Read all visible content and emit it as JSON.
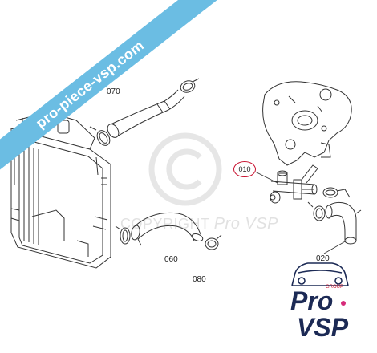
{
  "parts": {
    "p070": "070",
    "p060": "060",
    "p080": "080",
    "p010": "010",
    "p020": "020"
  },
  "watermark": {
    "url_banner": "pro-piece-vsp.com",
    "copyright_word": "COPYRIGHT",
    "copyright_brand": "Pro VSP"
  },
  "logo": {
    "word1": "Pro",
    "word2": "VSP",
    "group_tag": "GROUP"
  },
  "colors": {
    "banner": "#6bbde3",
    "highlight_ring": "#c8102e",
    "logo_navy": "#1c2a55",
    "logo_pink": "#d62b7a"
  }
}
